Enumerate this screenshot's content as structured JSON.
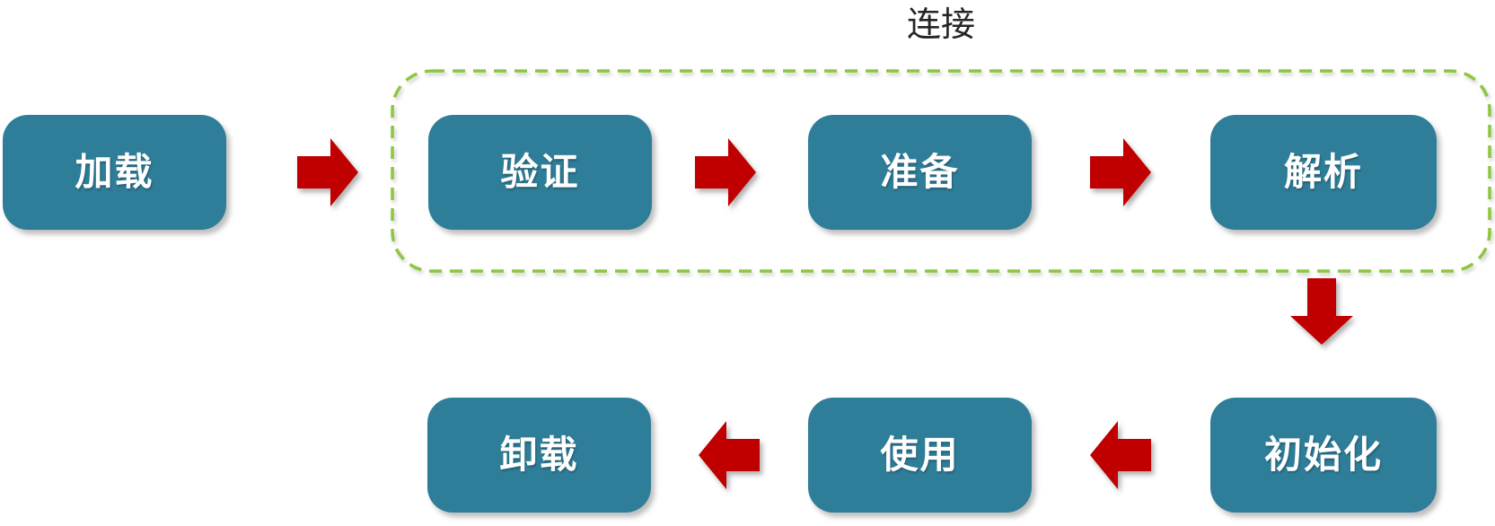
{
  "colors": {
    "background": "#FFFFFF",
    "box_fill": "#2F7E99",
    "box_text": "#FFFFFF",
    "arrow_fill": "#C00000",
    "group_border": "#8DC63F",
    "group_label_text": "#262626"
  },
  "group": {
    "label": "连接",
    "members": [
      "验证",
      "准备",
      "解析"
    ]
  },
  "nodes": {
    "load": {
      "label": "加载"
    },
    "verify": {
      "label": "验证"
    },
    "prepare": {
      "label": "准备"
    },
    "resolve": {
      "label": "解析"
    },
    "initialize": {
      "label": "初始化"
    },
    "use": {
      "label": "使用"
    },
    "unload": {
      "label": "卸载"
    }
  },
  "flow_order": [
    "加载",
    "验证",
    "准备",
    "解析",
    "初始化",
    "使用",
    "卸载"
  ]
}
